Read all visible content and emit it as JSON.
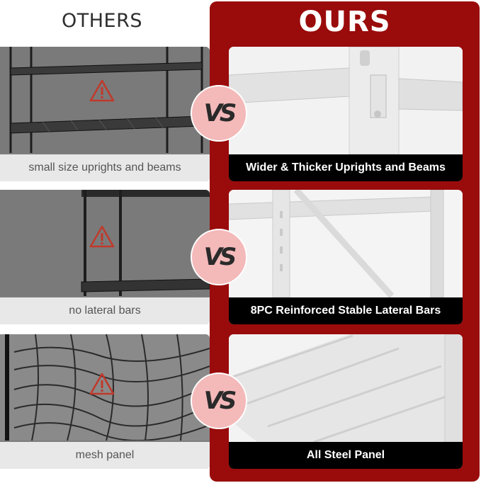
{
  "header": {
    "others_label": "OTHERS",
    "ours_label": "OURS"
  },
  "vs_label": "VS",
  "colors": {
    "brand_red": "#9a0b0b",
    "vs_pink": "#f4b9b9",
    "warning_red": "#c0392b"
  },
  "rows": [
    {
      "others_caption": "small size uprights and beams",
      "ours_caption": "Wider & Thicker Uprights and Beams"
    },
    {
      "others_caption": "no lateral bars",
      "ours_caption": "8PC Reinforced Stable Lateral Bars"
    },
    {
      "others_caption": "mesh panel",
      "ours_caption": "All Steel Panel"
    }
  ],
  "icons": {
    "warning": "warning-triangle-icon"
  }
}
